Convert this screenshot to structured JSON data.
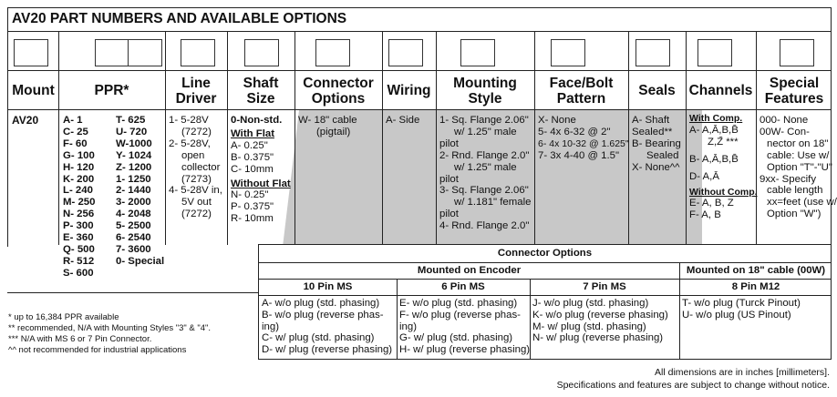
{
  "title": "AV20 PART NUMBERS AND AVAILABLE OPTIONS",
  "headers": {
    "mount": "Mount",
    "ppr": "PPR*",
    "line_driver_1": "Line",
    "line_driver_2": "Driver",
    "shaft_1": "Shaft",
    "shaft_2": "Size",
    "connector_1": "Connector",
    "connector_2": "Options",
    "wiring": "Wiring",
    "mounting_1": "Mounting",
    "mounting_2": "Style",
    "face_1": "Face/Bolt",
    "face_2": "Pattern",
    "seals": "Seals",
    "channels": "Channels",
    "special_1": "Special",
    "special_2": "Features"
  },
  "mount": "AV20",
  "ppr_col1": [
    "A- 1",
    "C- 25",
    "F- 60",
    "G- 100",
    "H- 120",
    "K- 200",
    "L- 240",
    "M- 250",
    "N- 256",
    "P- 300",
    "E- 360",
    "Q- 500",
    "R- 512",
    "S- 600"
  ],
  "ppr_col2": [
    "T- 625",
    "U- 720",
    "W-1000",
    "Y- 1024",
    "Z- 1200",
    "1- 1250",
    "2- 1440",
    "3- 2000",
    "4- 2048",
    "5- 2500",
    "6- 2540",
    "7- 3600",
    "0- Special"
  ],
  "line_driver": [
    "1- 5-28V",
    "(7272)",
    "2- 5-28V,",
    "open",
    "collector",
    "(7273)",
    "4- 5-28V in,",
    "5V out",
    "(7272)"
  ],
  "shaft": {
    "nonstd": "0-Non-std.",
    "with_flat": "With Flat",
    "with_items": [
      "A- 0.25\"",
      "B- 0.375\"",
      "C- 10mm"
    ],
    "without_flat": "Without Flat",
    "without_items": [
      "N- 0.25\"",
      "P- 0.375\"",
      "R- 10mm"
    ]
  },
  "connector": [
    "W- 18\" cable",
    "(pigtail)"
  ],
  "wiring": "A- Side",
  "mounting": [
    "1- Sq. Flange 2.06\"",
    "w/ 1.25\" male",
    "pilot",
    "2- Rnd. Flange 2.0\"",
    "w/ 1.25\" male",
    "pilot",
    "3- Sq. Flange 2.06\"",
    "w/ 1.181\" female",
    "pilot",
    "4- Rnd. Flange 2.0\""
  ],
  "face": [
    "X- None",
    "5- 4x 6-32 @ 2\"",
    "6- 4x 10-32 @ 1.625\"",
    "7- 3x 4-40 @ 1.5\""
  ],
  "seals": [
    "A- Shaft",
    "Sealed**",
    "B- Bearing",
    "Sealed",
    "X- None^^"
  ],
  "channels": {
    "with_comp": "With Comp.",
    "with_items": [
      "A- A,Ā,B,B̄",
      "Z,Z̄ ***",
      "B- A,Ā,B,B̄",
      "D- A,Ā"
    ],
    "without_comp": "Without Comp.",
    "without_items": [
      "E- A, B, Z",
      "F- A, B"
    ]
  },
  "special": [
    "000- None",
    "00W- Con-",
    "nector on 18\"",
    "cable: Use w/",
    "Option \"T\"-\"U\"",
    "9xx- Specify",
    "cable length",
    "xx=feet (use w/",
    "Option \"W\")"
  ],
  "connector_options": {
    "title": "Connector Options",
    "mounted_encoder": "Mounted on Encoder",
    "mounted_cable": "Mounted on 18\" cable (00W)",
    "groups": [
      {
        "name": "10 Pin MS",
        "items": [
          "A- w/o plug (std. phasing)",
          "B- w/o plug (reverse phas-",
          "ing)",
          "C- w/ plug (std. phasing)",
          "D- w/ plug (reverse phasing)"
        ]
      },
      {
        "name": "6 Pin MS",
        "items": [
          "E- w/o plug (std. phasing)",
          "F- w/o plug (reverse phas-",
          "ing)",
          "G- w/ plug (std. phasing)",
          "H- w/ plug (reverse phasing)"
        ]
      },
      {
        "name": "7 Pin MS",
        "items": [
          "J- w/o plug (std. phasing)",
          "K- w/o plug (reverse phasing)",
          "M- w/ plug (std. phasing)",
          "N- w/ plug (reverse phasing)"
        ]
      },
      {
        "name": "8 Pin M12",
        "items": [
          "T- w/o plug (Turck Pinout)",
          "U- w/o plug (US Pinout)"
        ]
      }
    ]
  },
  "footnotes": [
    "* up to 16,384 PPR available",
    "** recommended, N/A with Mounting Styles \"3\" & \"4\".",
    "*** N/A with MS 6 or 7 Pin Connector.",
    "^^ not recommended for industrial applications"
  ],
  "bottom_notes": [
    "All dimensions are in inches [millimeters].",
    "Specifications and features are subject to change without notice."
  ]
}
